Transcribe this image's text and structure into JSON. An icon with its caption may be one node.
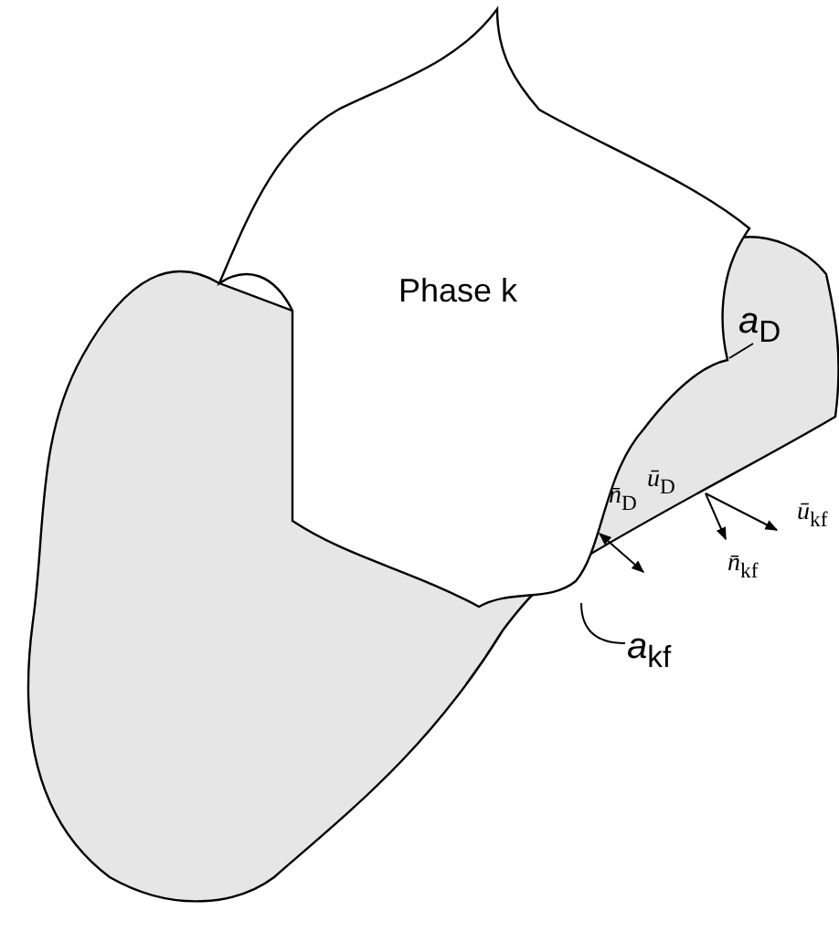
{
  "diagram": {
    "nodes": [
      {
        "text": [
          "Phase k"
        ]
      },
      {
        "text": [
          "*a*$_{D}$"
        ]
      },
      {
        "text": [
          "*a*$_{kf}$"
        ]
      }
    ],
    "edges": [
      {
        "from": 1,
        "to": 0,
        "arrow": "none"
      },
      {
        "from": 2,
        "to": 0,
        "arrow": "none"
      }
    ],
    "labels": [
      "*n̄*$_{D}$",
      "*ū*$_{D}$",
      "*ū*$_{kf}$",
      "*n̄*$_{kf}$"
    ]
  }
}
